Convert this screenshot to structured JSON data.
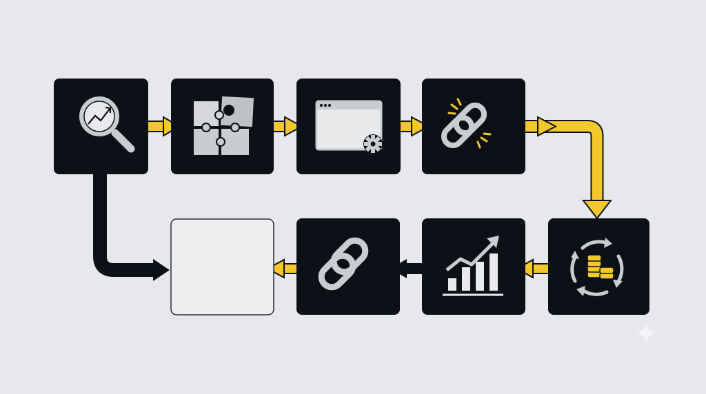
{
  "colors": {
    "background": "#e6e8eb",
    "node_fill": "#0d1117",
    "arrow_yellow": "#f2c82e",
    "arrow_dark": "#0d1117",
    "icon_gray": "#c9ccd1",
    "icon_light": "#e9eaec",
    "empty_node_fill": "#eceef0",
    "empty_node_stroke": "#2a2d33"
  },
  "nodes": [
    {
      "id": "step-1",
      "icon": "magnifier-trend-icon"
    },
    {
      "id": "step-2",
      "icon": "puzzle-icon"
    },
    {
      "id": "step-3",
      "icon": "browser-gear-icon"
    },
    {
      "id": "step-4",
      "icon": "broken-link-icon"
    },
    {
      "id": "step-5",
      "icon": "coins-cycle-icon"
    },
    {
      "id": "step-6",
      "icon": "bar-chart-growth-icon"
    },
    {
      "id": "step-7",
      "icon": "chain-link-icon"
    },
    {
      "id": "step-8",
      "icon": "empty-box"
    }
  ],
  "connectors": [
    {
      "from": "step-1",
      "to": "step-2",
      "style": "yellow"
    },
    {
      "from": "step-2",
      "to": "step-3",
      "style": "yellow"
    },
    {
      "from": "step-3",
      "to": "step-4",
      "style": "yellow"
    },
    {
      "from": "step-4",
      "to": "step-5",
      "style": "yellow"
    },
    {
      "from": "step-5",
      "to": "step-6",
      "style": "yellow"
    },
    {
      "from": "step-6",
      "to": "step-7",
      "style": "dark"
    },
    {
      "from": "step-7",
      "to": "step-8",
      "style": "yellow"
    },
    {
      "from": "step-1",
      "to": "step-8",
      "style": "dark"
    }
  ]
}
